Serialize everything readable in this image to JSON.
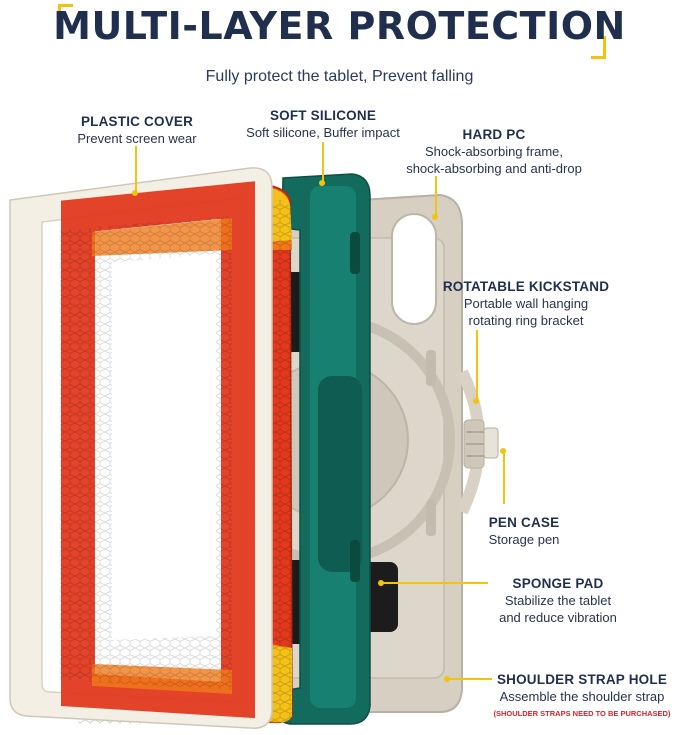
{
  "header": {
    "title": "MULTI-LAYER PROTECTION",
    "subtitle": "Fully protect the tablet, Prevent falling"
  },
  "callouts": {
    "plastic_cover": {
      "title": "PLASTIC COVER",
      "desc": "Prevent screen wear"
    },
    "soft_silicone": {
      "title": "SOFT SILICONE",
      "desc": "Soft silicone, Buffer impact"
    },
    "hard_pc": {
      "title": "HARD PC",
      "desc1": "Shock-absorbing frame,",
      "desc2": "shock-absorbing and anti-drop"
    },
    "kickstand": {
      "title": "ROTATABLE KICKSTAND",
      "desc1": "Portable wall hanging",
      "desc2": "rotating ring bracket"
    },
    "pen_case": {
      "title": "PEN CASE",
      "desc": "Storage pen"
    },
    "sponge_pad": {
      "title": "SPONGE PAD",
      "desc1": "Stabilize the tablet",
      "desc2": "and reduce vibration"
    },
    "strap_hole": {
      "title": "SHOULDER STRAP HOLE",
      "desc": "Assemble the shoulder strap",
      "note": "(SHOULDER STRAPS NEED TO BE PURCHASED)"
    }
  },
  "colors": {
    "accent_yellow": "#f1c40f",
    "title_navy": "#1f2f4d",
    "cover_white": "#f3efe4",
    "silicone_red": "#e2391d",
    "silicone_orange": "#f07a1a",
    "bumper_teal": "#136b5d",
    "shell_beige": "#d6cfc2",
    "sponge_black": "#1c1c1c",
    "note_red": "#e0202a"
  }
}
